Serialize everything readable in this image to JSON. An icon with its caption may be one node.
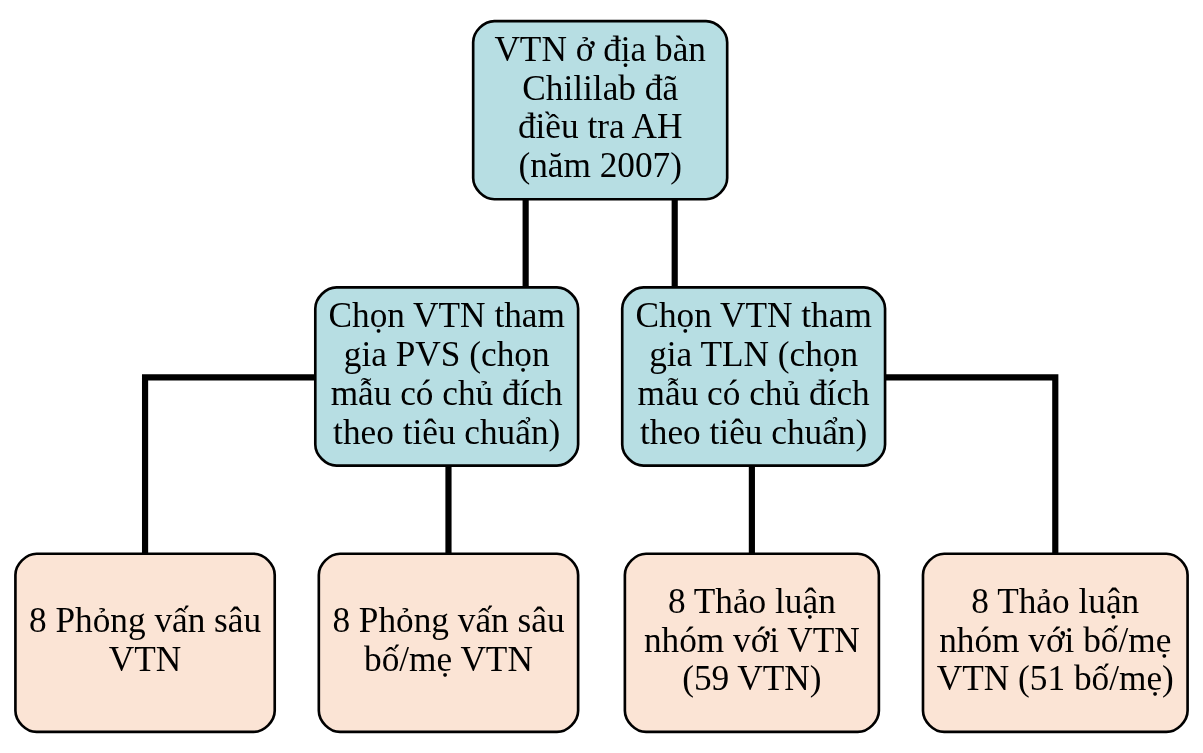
{
  "diagram": {
    "nodes": [
      {
        "text": [
          "VTN ở địa bàn Chililab đã điều tra AH  (năm 2007)"
        ]
      },
      {
        "text": [
          "Chọn VTN tham gia PVS (chọn mẫu có chủ đích theo tiêu chuẩn)"
        ]
      },
      {
        "text": [
          "Chọn VTN tham gia TLN (chọn mẫu có chủ đích theo tiêu chuẩn)"
        ]
      },
      {
        "text": [
          "8 Phỏng vấn sâu VTN"
        ]
      },
      {
        "text": [
          "8 Phỏng vấn sâu bố/mẹ VTN"
        ]
      },
      {
        "text": [
          "8 Thảo luận nhóm với VTN (59 VTN)"
        ]
      },
      {
        "text": [
          "8 Thảo luận nhóm với bố/mẹ VTN (51 bố/mẹ)"
        ]
      }
    ],
    "edges": [
      {
        "from": 0,
        "to": 1,
        "arrow": "none"
      },
      {
        "from": 0,
        "to": 2,
        "arrow": "none"
      },
      {
        "from": 1,
        "to": 3,
        "arrow": "none"
      },
      {
        "from": 1,
        "to": 4,
        "arrow": "none"
      },
      {
        "from": 2,
        "to": 5,
        "arrow": "none"
      },
      {
        "from": 2,
        "to": 6,
        "arrow": "none"
      }
    ]
  }
}
